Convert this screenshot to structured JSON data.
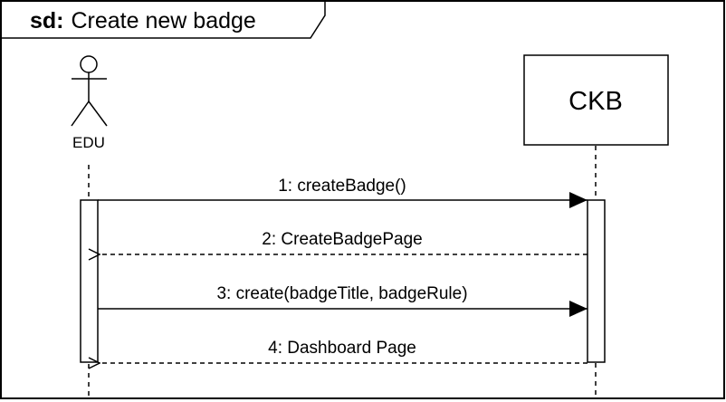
{
  "frame": {
    "keyword": "sd:",
    "title": "Create new badge"
  },
  "lifelines": {
    "actor": {
      "label": "EDU",
      "icon": "stick-figure-actor-icon"
    },
    "object": {
      "label": "CKB"
    }
  },
  "messages": [
    {
      "number": "1:",
      "text": "createBadge()",
      "kind": "synchronous-call",
      "direction": "EDU-to-CKB"
    },
    {
      "number": "2:",
      "text": "CreateBadgePage",
      "kind": "return",
      "direction": "CKB-to-EDU"
    },
    {
      "number": "3:",
      "text": "create(badgeTitle, badgeRule)",
      "kind": "synchronous-call",
      "direction": "EDU-to-CKB"
    },
    {
      "number": "4:",
      "text": "Dashboard Page",
      "kind": "return",
      "direction": "CKB-to-EDU"
    }
  ],
  "colors": {
    "stroke": "#000000",
    "background": "#ffffff"
  }
}
